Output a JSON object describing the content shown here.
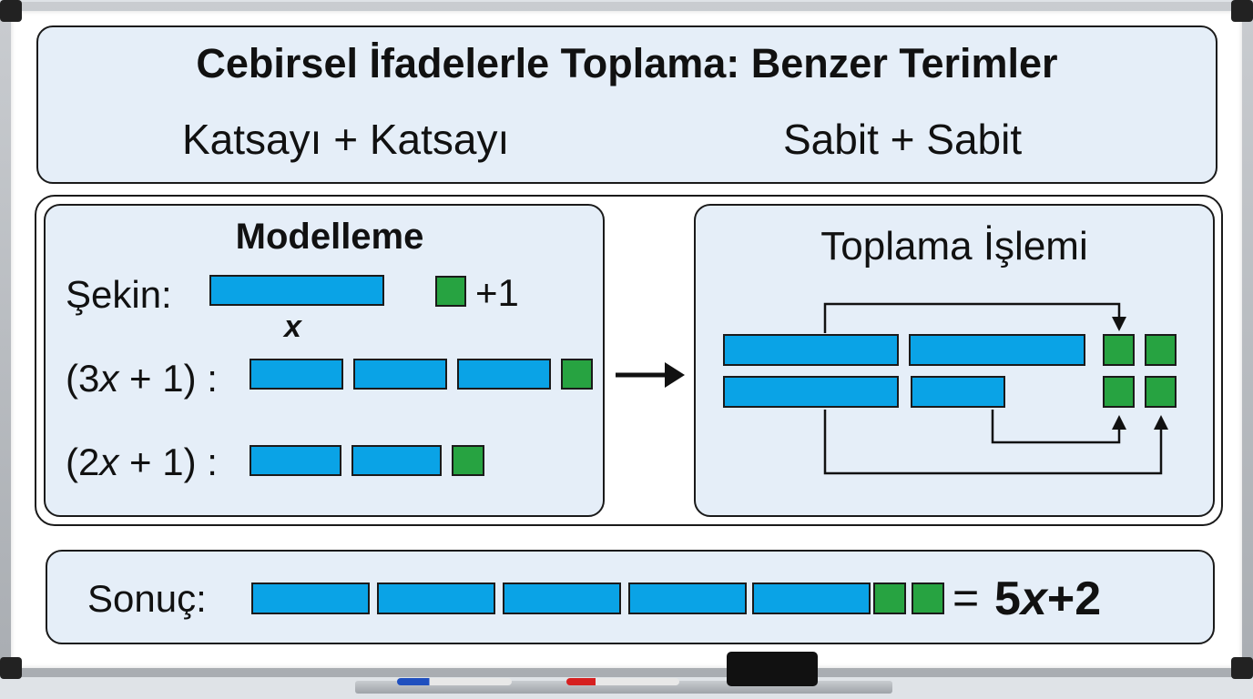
{
  "header": {
    "title": "Cebirsel İfadelerle Toplama: Benzer Terimler",
    "left_label": "Katsayı + Katsayı",
    "right_label": "Sabit + Sabit"
  },
  "modeling": {
    "title": "Modelleme",
    "legend_label": "Şekin:",
    "var_label": "x",
    "unit_label": "+1",
    "row1_label_pre": "(3",
    "row1_label_var": "x",
    "row1_label_post": " + 1) :",
    "row2_label_pre": "(2",
    "row2_label_var": "x",
    "row2_label_post": " + 1) :"
  },
  "operation": {
    "title": "Toplama İşlemi"
  },
  "result": {
    "label": "Sonuç:",
    "equals": "=",
    "expr_pre": "5",
    "expr_var": "x",
    "expr_post": "+2"
  },
  "colors": {
    "bar": "#0aa3e6",
    "unit": "#27a341",
    "panel": "#e5eef8"
  },
  "icons": {
    "arrow": "right-arrow-icon"
  }
}
